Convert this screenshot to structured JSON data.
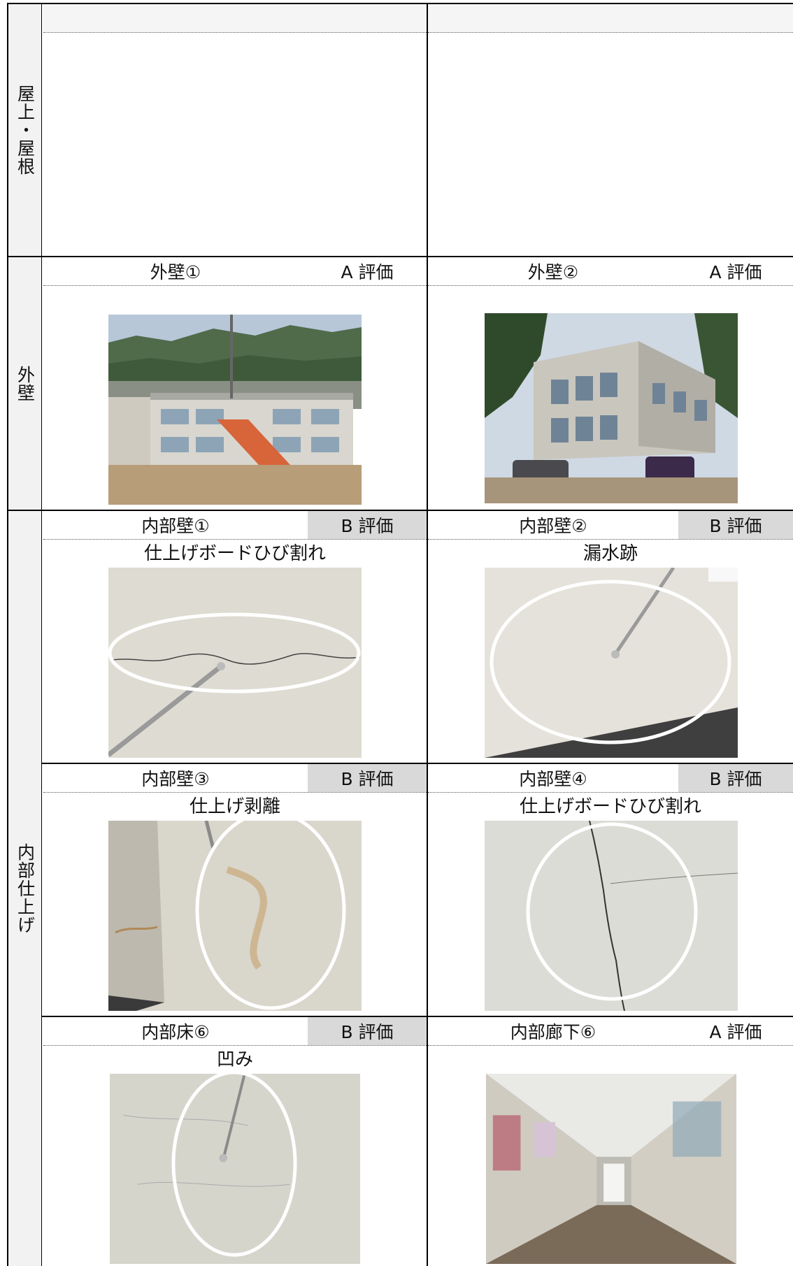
{
  "categories": {
    "roof": "屋上・屋根",
    "exterior": "外壁",
    "interior": "内部仕上げ"
  },
  "exterior": {
    "left": {
      "title": "外壁①",
      "grade": "A 評価"
    },
    "right": {
      "title": "外壁②",
      "grade": "A 評価"
    }
  },
  "interior": {
    "row1": {
      "left": {
        "title": "内部壁①",
        "grade": "B 評価",
        "caption": "仕上げボードひび割れ"
      },
      "right": {
        "title": "内部壁②",
        "grade": "B 評価",
        "caption": "漏水跡"
      }
    },
    "row2": {
      "left": {
        "title": "内部壁③",
        "grade": "B 評価",
        "caption": "仕上げ剥離"
      },
      "right": {
        "title": "内部壁④",
        "grade": "B 評価",
        "caption": "仕上げボードひび割れ"
      }
    },
    "row3": {
      "left": {
        "title": "内部床⑥",
        "grade": "B 評価",
        "caption": "凹み"
      },
      "right": {
        "title": "内部廊下⑥",
        "grade": "A 評価",
        "caption": ""
      }
    }
  },
  "colors": {
    "header_b_bg": "#d9d9d9",
    "category_bg": "#f2f2f2",
    "highlight_ellipse": "#ffffff"
  }
}
